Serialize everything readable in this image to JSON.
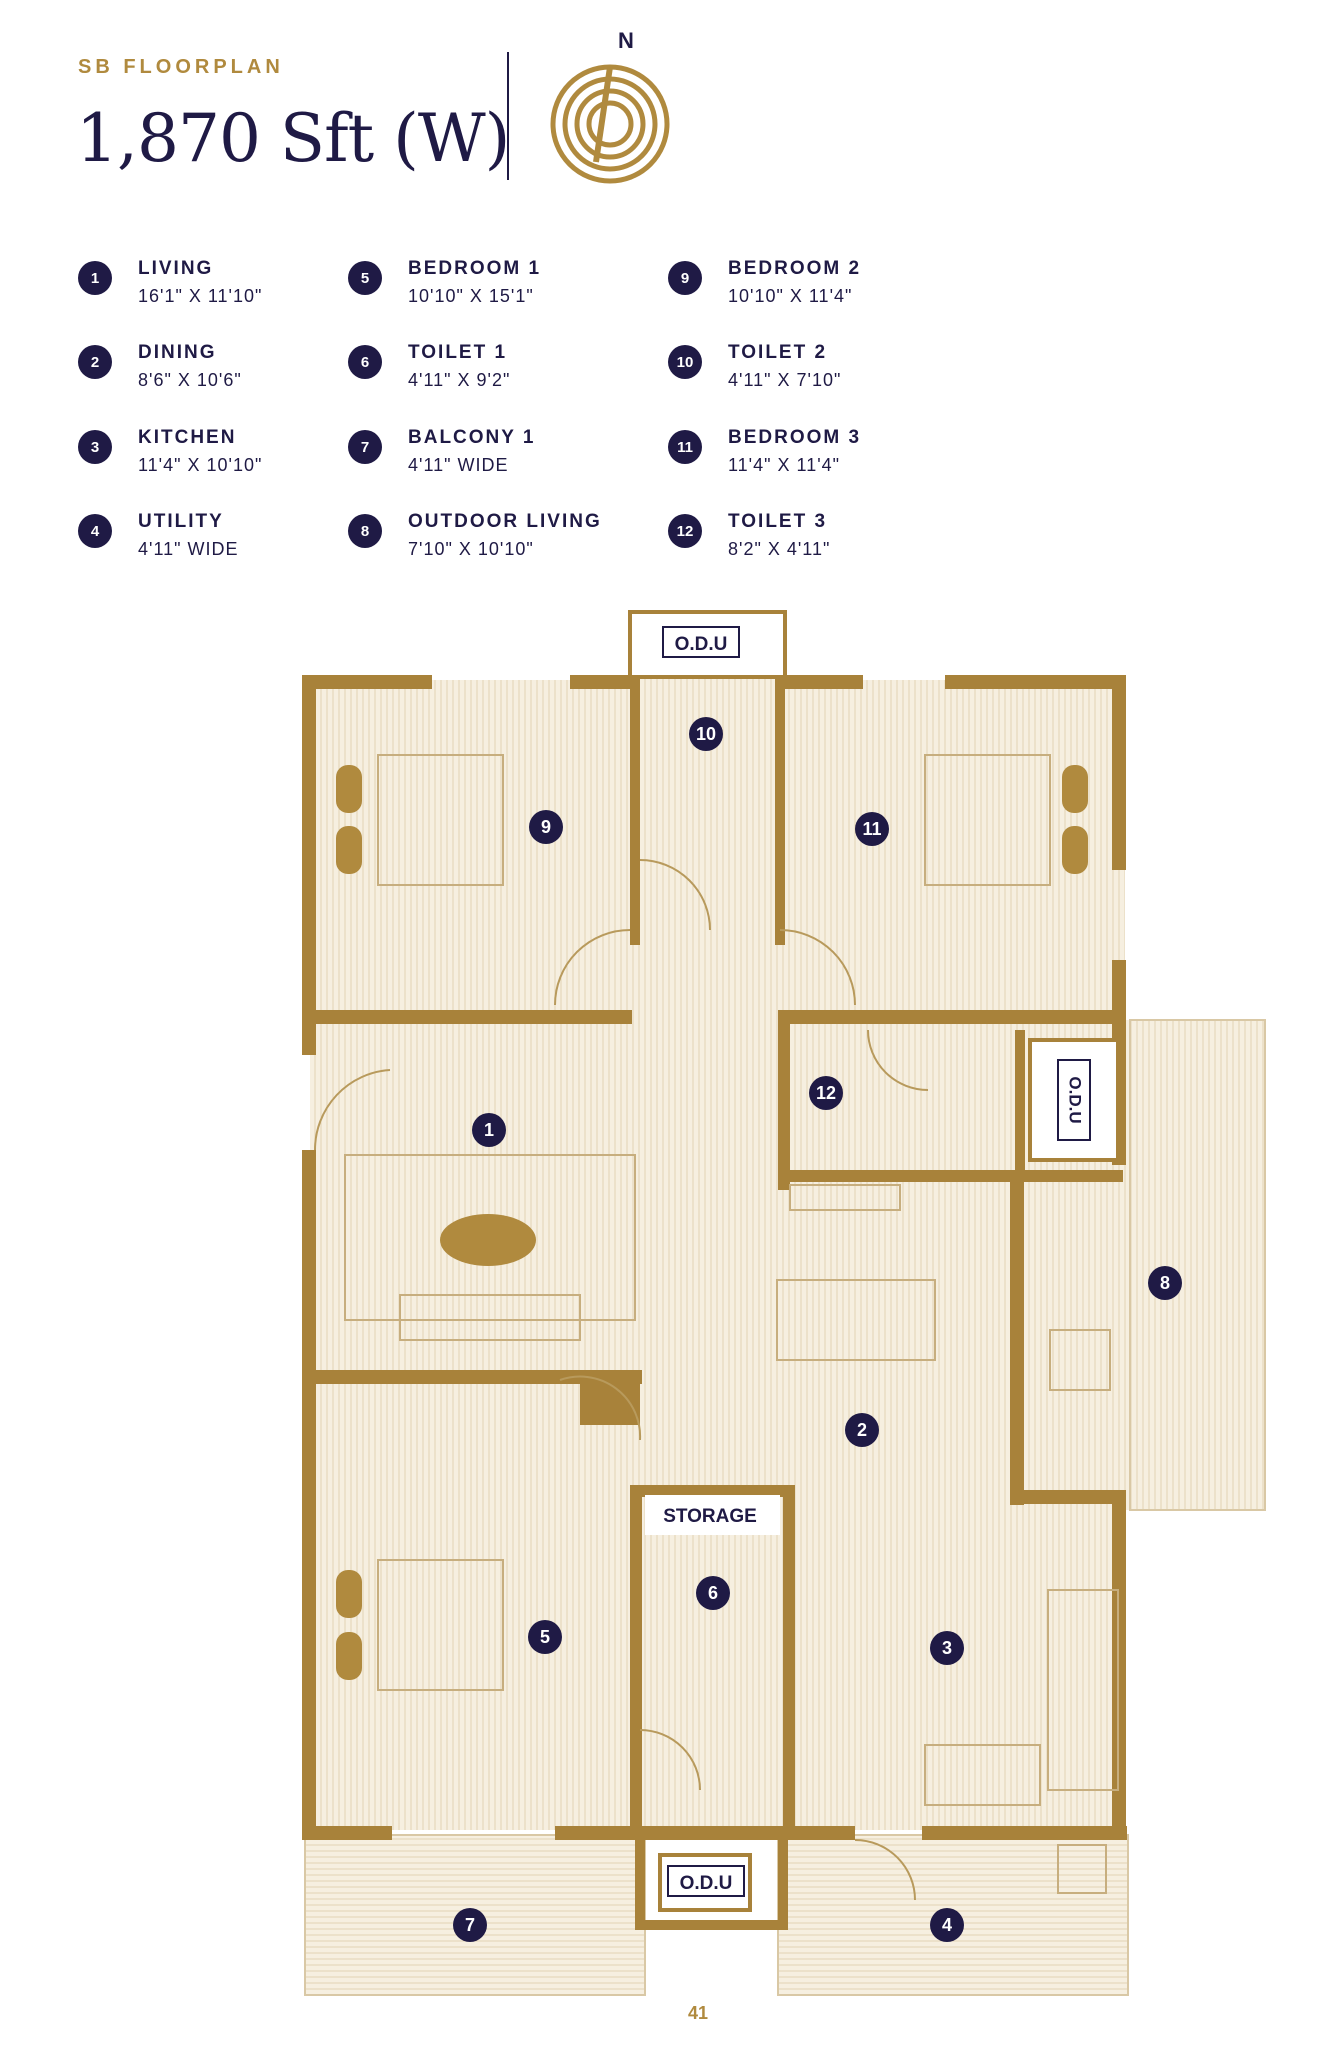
{
  "header": {
    "eyebrow": "SB FLOORPLAN",
    "title": "1,870 Sft (W)",
    "north": "N"
  },
  "legend": [
    {
      "num": "1",
      "name": "LIVING",
      "dim": "16'1\" X 11'10\""
    },
    {
      "num": "2",
      "name": "DINING",
      "dim": "8'6\" X 10'6\""
    },
    {
      "num": "3",
      "name": "KITCHEN",
      "dim": "11'4\" X 10'10\""
    },
    {
      "num": "4",
      "name": "UTILITY",
      "dim": "4'11\" WIDE"
    },
    {
      "num": "5",
      "name": "BEDROOM 1",
      "dim": "10'10\" X 15'1\""
    },
    {
      "num": "6",
      "name": "TOILET 1",
      "dim": "4'11\" X 9'2\""
    },
    {
      "num": "7",
      "name": "BALCONY 1",
      "dim": "4'11\" WIDE"
    },
    {
      "num": "8",
      "name": "OUTDOOR LIVING",
      "dim": "7'10\" X 10'10\""
    },
    {
      "num": "9",
      "name": "BEDROOM 2",
      "dim": "10'10\" X 11'4\""
    },
    {
      "num": "10",
      "name": "TOILET 2",
      "dim": "4'11\" X 7'10\""
    },
    {
      "num": "11",
      "name": "BEDROOM 3",
      "dim": "11'4\" X 11'4\""
    },
    {
      "num": "12",
      "name": "TOILET 3",
      "dim": "8'2\" X 4'11\""
    }
  ],
  "plan": {
    "odu_label": "O.D.U",
    "storage_label": "STORAGE",
    "markers": [
      "1",
      "2",
      "3",
      "4",
      "5",
      "6",
      "7",
      "8",
      "9",
      "10",
      "11",
      "12"
    ]
  },
  "footer": {
    "page_number": "41"
  },
  "colors": {
    "navy": "#1f1a45",
    "gold": "#b08a3e",
    "wall": "#a8823a",
    "floor": "#f4ecdc"
  }
}
